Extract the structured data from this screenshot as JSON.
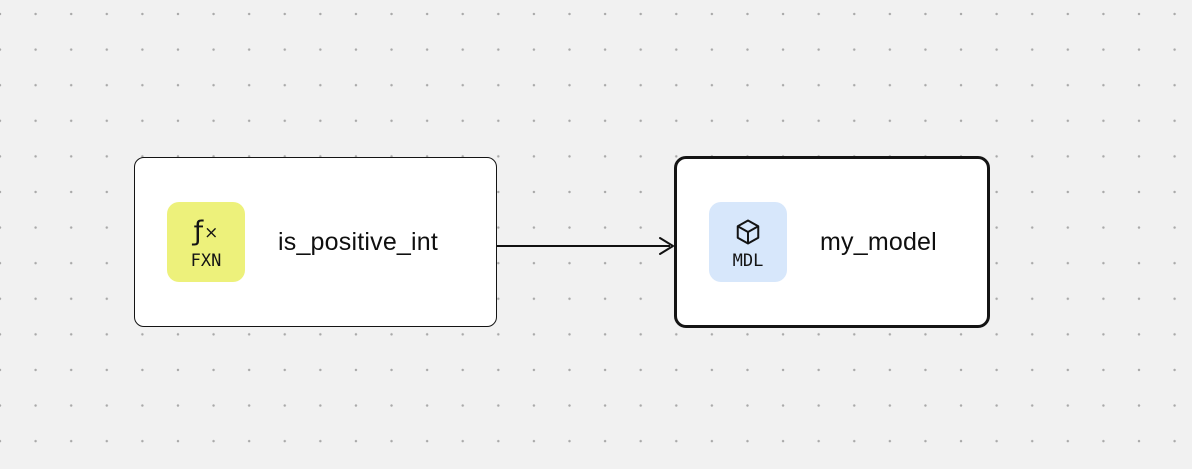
{
  "canvas": {
    "background_color": "#f1f1f1",
    "dot_color": "#a9a9a9"
  },
  "nodes": [
    {
      "label": "is_positive_int",
      "type": "function",
      "selected": false,
      "badge": {
        "text": "FXN",
        "icon": "function-icon",
        "color": "#edf17b"
      }
    },
    {
      "label": "my_model",
      "type": "model",
      "selected": true,
      "badge": {
        "text": "MDL",
        "icon": "cube-icon",
        "color": "#d7e7fb"
      }
    }
  ],
  "edge": {
    "from": "is_positive_int",
    "to": "my_model",
    "color": "#111111"
  },
  "glyphs": {
    "fn_f": "ƒ",
    "fn_x": "×"
  }
}
